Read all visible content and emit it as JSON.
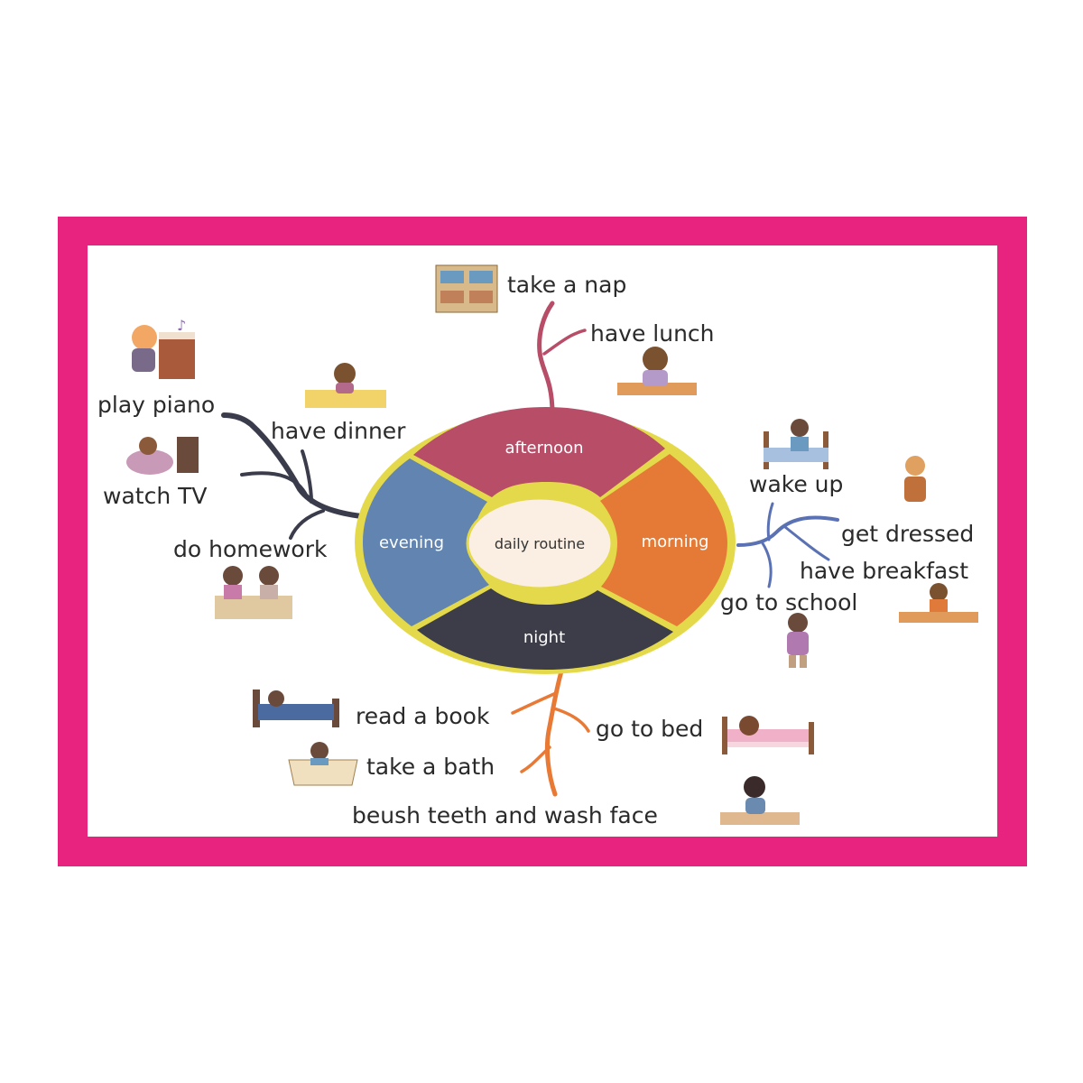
{
  "center": "daily routine",
  "segments": {
    "afternoon": {
      "label": "afternoon",
      "color": "#b84d68"
    },
    "morning": {
      "label": "morning",
      "color": "#e47a35"
    },
    "night": {
      "label": "night",
      "color": "#3d3d4a"
    },
    "evening": {
      "label": "evening",
      "color": "#6284b0"
    }
  },
  "ring_color": "#e4d94a",
  "center_fill": "#fbeee2",
  "frame_color": "#e8227f",
  "branches": {
    "afternoon": {
      "color": "#b84d68",
      "items": [
        "take a nap",
        "have lunch"
      ]
    },
    "morning": {
      "color": "#5a72b4",
      "items": [
        "wake up",
        "get dressed",
        "have breakfast",
        "go to school"
      ]
    },
    "night": {
      "color": "#e87a35",
      "items": [
        "read a book",
        "go to bed",
        "take a bath",
        "beush teeth and wash face"
      ]
    },
    "evening": {
      "color": "#3a3c4c",
      "items": [
        "play piano",
        "have dinner",
        "watch TV",
        "do homework"
      ]
    }
  },
  "icons": [
    "nap-icon",
    "lunch-icon",
    "dinner-icon",
    "piano-icon",
    "tv-icon",
    "homework-icon",
    "wake-up-icon",
    "dressed-icon",
    "breakfast-icon",
    "school-icon",
    "reading-bed-icon",
    "bath-icon",
    "sleeping-bed-icon",
    "brushing-icon"
  ]
}
